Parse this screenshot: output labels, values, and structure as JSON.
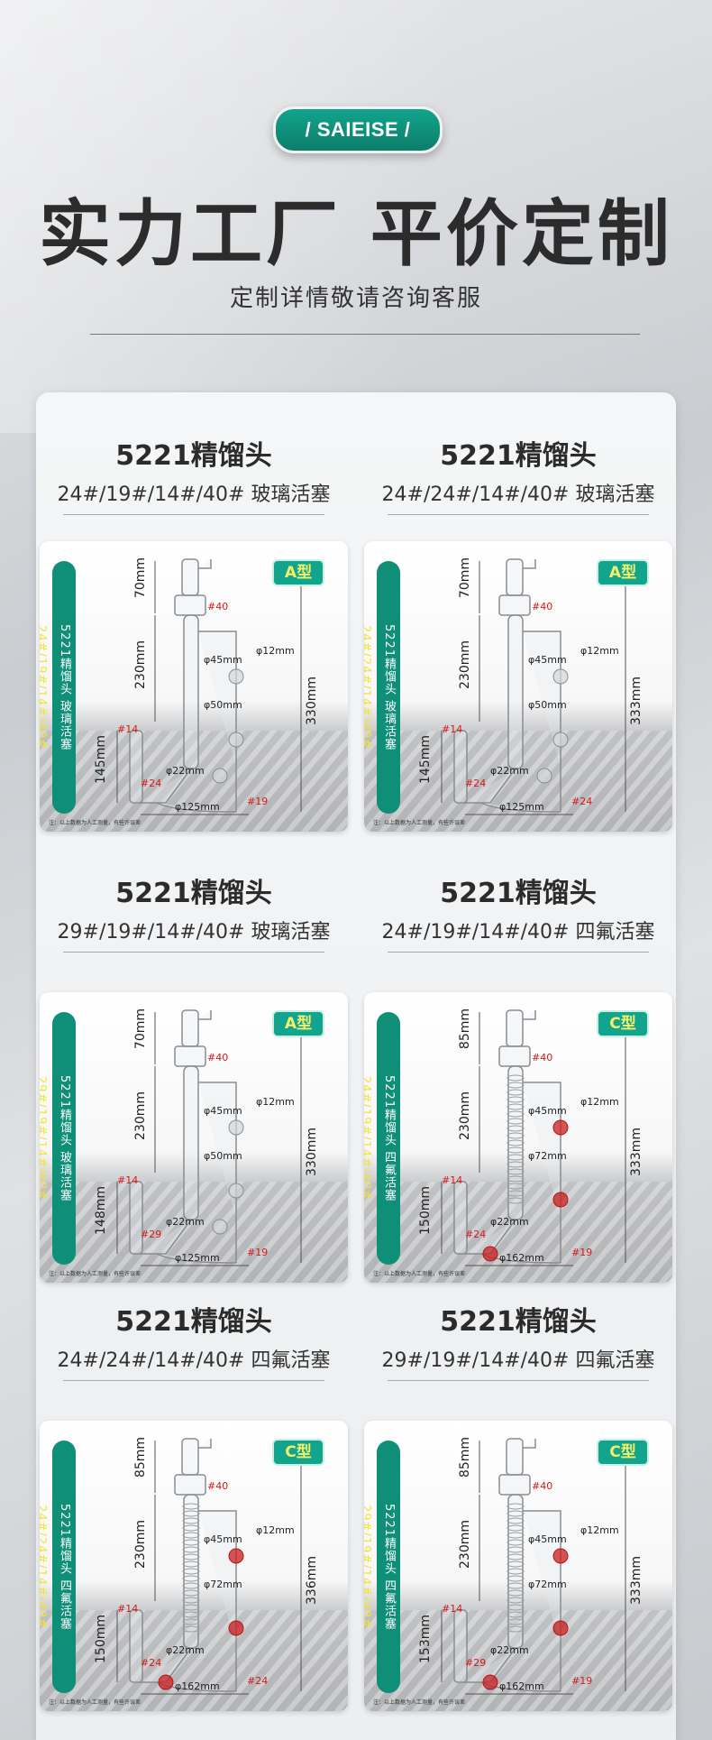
{
  "brand": "/ SAIEISE /",
  "headline": "实力工厂  平价定制",
  "subheadline": "定制详情敬请咨询客服",
  "cells": [
    {
      "title": "5221精馏头",
      "spec": "24#/19#/14#/40#  玻璃活塞",
      "tag_prefix": "5221精馏头 玻璃活塞 ",
      "tag_hl": "24#/19#/14#/40#",
      "type": "A型",
      "d_top": "70mm",
      "d_mid": "230mm",
      "d_low": "145mm",
      "d_total": "330mm",
      "j40": "#40",
      "j14": "#14",
      "j24": "#24",
      "j_right": "#19",
      "p12": "φ12mm",
      "p45": "φ45mm",
      "p50": "φ50mm",
      "p22": "φ22mm",
      "p_bottom": "φ125mm",
      "note": "注：以上数据为人工测量，有些许误差"
    },
    {
      "title": "5221精馏头",
      "spec": "24#/24#/14#/40#  玻璃活塞",
      "tag_prefix": "5221精馏头 玻璃活塞 ",
      "tag_hl": "24#/24#/14#/40#",
      "type": "A型",
      "d_top": "70mm",
      "d_mid": "230mm",
      "d_low": "145mm",
      "d_total": "333mm",
      "j40": "#40",
      "j14": "#14",
      "j24": "#24",
      "j_right": "#24",
      "p12": "φ12mm",
      "p45": "φ45mm",
      "p50": "φ50mm",
      "p22": "φ22mm",
      "p_bottom": "φ125mm",
      "note": "注：以上数据为人工测量，有些许误差"
    },
    {
      "title": "5221精馏头",
      "spec": "29#/19#/14#/40#  玻璃活塞",
      "tag_prefix": "5221精馏头 玻璃活塞 ",
      "tag_hl": "29#/19#/14#/40#",
      "type": "A型",
      "d_top": "70mm",
      "d_mid": "230mm",
      "d_low": "148mm",
      "d_total": "330mm",
      "j40": "#40",
      "j14": "#14",
      "j24": "#29",
      "j_right": "#19",
      "p12": "φ12mm",
      "p45": "φ45mm",
      "p50": "φ50mm",
      "p22": "φ22mm",
      "p_bottom": "φ125mm",
      "note": "注：以上数据为人工测量，有些许误差"
    },
    {
      "title": "5221精馏头",
      "spec": "24#/19#/14#/40#  四氟活塞",
      "tag_prefix": "5221精馏头 四氟活塞 ",
      "tag_hl": "24#/19#/14#/40#",
      "type": "C型",
      "d_top": "85mm",
      "d_mid": "230mm",
      "d_low": "150mm",
      "d_total": "333mm",
      "j40": "#40",
      "j14": "#14",
      "j24": "#24",
      "j_right": "#19",
      "p12": "φ12mm",
      "p45": "φ45mm",
      "p50": "φ72mm",
      "p22": "φ22mm",
      "p_bottom": "φ162mm",
      "note": "注：以上数据为人工测量，有些许误差"
    },
    {
      "title": "5221精馏头",
      "spec": "24#/24#/14#/40#  四氟活塞",
      "tag_prefix": "5221精馏头 四氟活塞 ",
      "tag_hl": "24#/24#/14#/40#",
      "type": "C型",
      "d_top": "85mm",
      "d_mid": "230mm",
      "d_low": "150mm",
      "d_total": "336mm",
      "j40": "#40",
      "j14": "#14",
      "j24": "#24",
      "j_right": "#24",
      "p12": "φ12mm",
      "p45": "φ45mm",
      "p50": "φ72mm",
      "p22": "φ22mm",
      "p_bottom": "φ162mm",
      "note": "注：以上数据为人工测量，有些许误差"
    },
    {
      "title": "5221精馏头",
      "spec": "29#/19#/14#/40#  四氟活塞",
      "tag_prefix": "5221精馏头 四氟活塞 ",
      "tag_hl": "29#/19#/14#/40#",
      "type": "C型",
      "d_top": "85mm",
      "d_mid": "230mm",
      "d_low": "153mm",
      "d_total": "333mm",
      "j40": "#40",
      "j14": "#14",
      "j24": "#29",
      "j_right": "#19",
      "p12": "φ12mm",
      "p45": "φ45mm",
      "p50": "φ72mm",
      "p22": "φ22mm",
      "p_bottom": "φ162mm",
      "note": "注：以上数据为人工测量，有些许误差"
    }
  ],
  "colors": {
    "accent": "#12a48c",
    "tag_highlight": "#f2e23a",
    "joint_red": "#d41a1a"
  }
}
